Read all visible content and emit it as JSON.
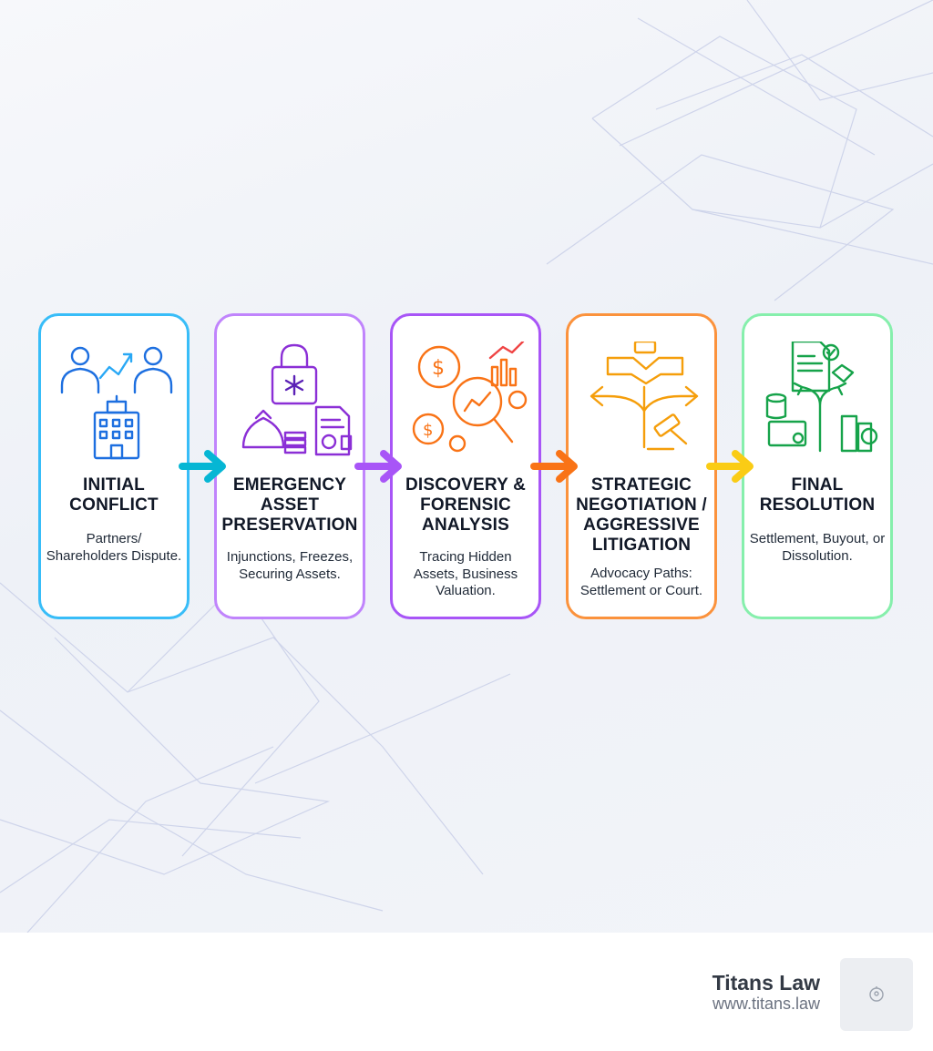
{
  "steps": [
    {
      "title": "INITIAL CONFLICT",
      "description": "Partners/ Shareholders Dispute.",
      "color": "#38bdf8",
      "icon": "partners-building-icon"
    },
    {
      "title": "EMERGENCY ASSET PRESERVATION",
      "description": "Injunctions, Freezes, Securing Assets.",
      "color": "#c084fc",
      "icon": "lock-assets-icon"
    },
    {
      "title": "DISCOVERY & FORENSIC ANALYSIS",
      "description": "Tracing Hidden Assets, Business Valuation.",
      "color": "#a855f7",
      "icon": "magnifier-finance-icon"
    },
    {
      "title": "STRATEGIC NEGOTIATION / AGGRESSIVE LITIGATION",
      "description": "Advocacy Paths: Settlement or Court.",
      "color": "#fb923c",
      "icon": "handshake-gavel-icon"
    },
    {
      "title": "FINAL RESOLUTION",
      "description": "Settlement, Buyout, or Dissolution.",
      "color": "#86efac",
      "icon": "settlement-documents-icon"
    }
  ],
  "arrow_colors": [
    "#06b6d4",
    "#a855f7",
    "#f97316",
    "#facc15"
  ],
  "footer": {
    "brand_name": "Titans Law",
    "url": "www.titans.law",
    "logo_icon": "titans-logo-icon"
  }
}
